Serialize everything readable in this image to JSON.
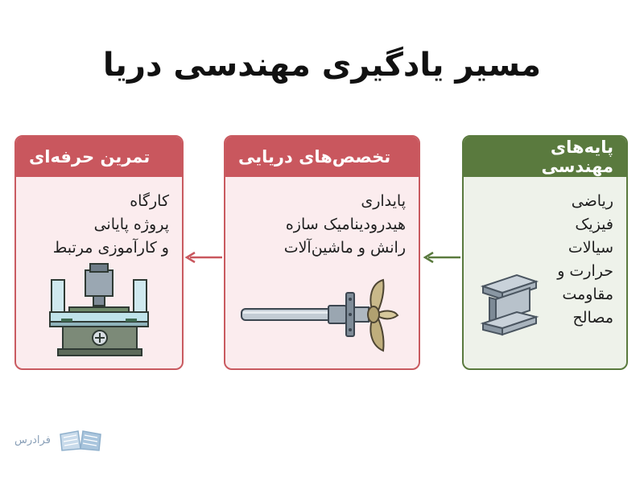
{
  "title": "مسیر یادگیری مهندسی دریا",
  "cards": [
    {
      "header": "پایه‌های مهندسی",
      "items": [
        "ریاضی",
        "فیزیک",
        "سیالات",
        "حرارت و",
        "مقاومت",
        "مصالح"
      ],
      "icon": "steel-i-beam-icon",
      "color": "#5a7a3e"
    },
    {
      "header": "تخصص‌های دریایی",
      "items": [
        "پایداری",
        "هیدرودینامیک سازه",
        "رانش و ماشین‌آلات"
      ],
      "icon": "propeller-shaft-icon",
      "color": "#c9575e"
    },
    {
      "header": "تمرین حرفه‌ای",
      "items": [
        "کارگاه",
        "پروژه پایانی",
        "و کارآموزی مرتبط"
      ],
      "icon": "milling-machine-icon",
      "color": "#c9575e"
    }
  ],
  "logo": {
    "text": "فرادرس",
    "icon": "open-book-icon"
  }
}
